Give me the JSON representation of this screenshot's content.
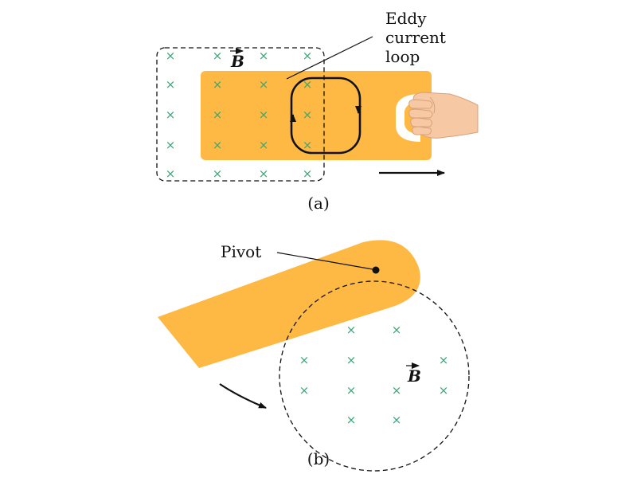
{
  "colors": {
    "plate": "#FDB943",
    "field_marker": "#3AA876",
    "ink": "#111111",
    "skin": "#F6C9A4",
    "background": "#ffffff"
  },
  "panel_a": {
    "annotation": [
      "Eddy",
      "current",
      "loop"
    ],
    "field_label": "B",
    "caption": "(a)"
  },
  "panel_b": {
    "pivot_label": "Pivot",
    "field_label": "B",
    "caption": "(b)"
  },
  "field_marker_glyph": "×"
}
